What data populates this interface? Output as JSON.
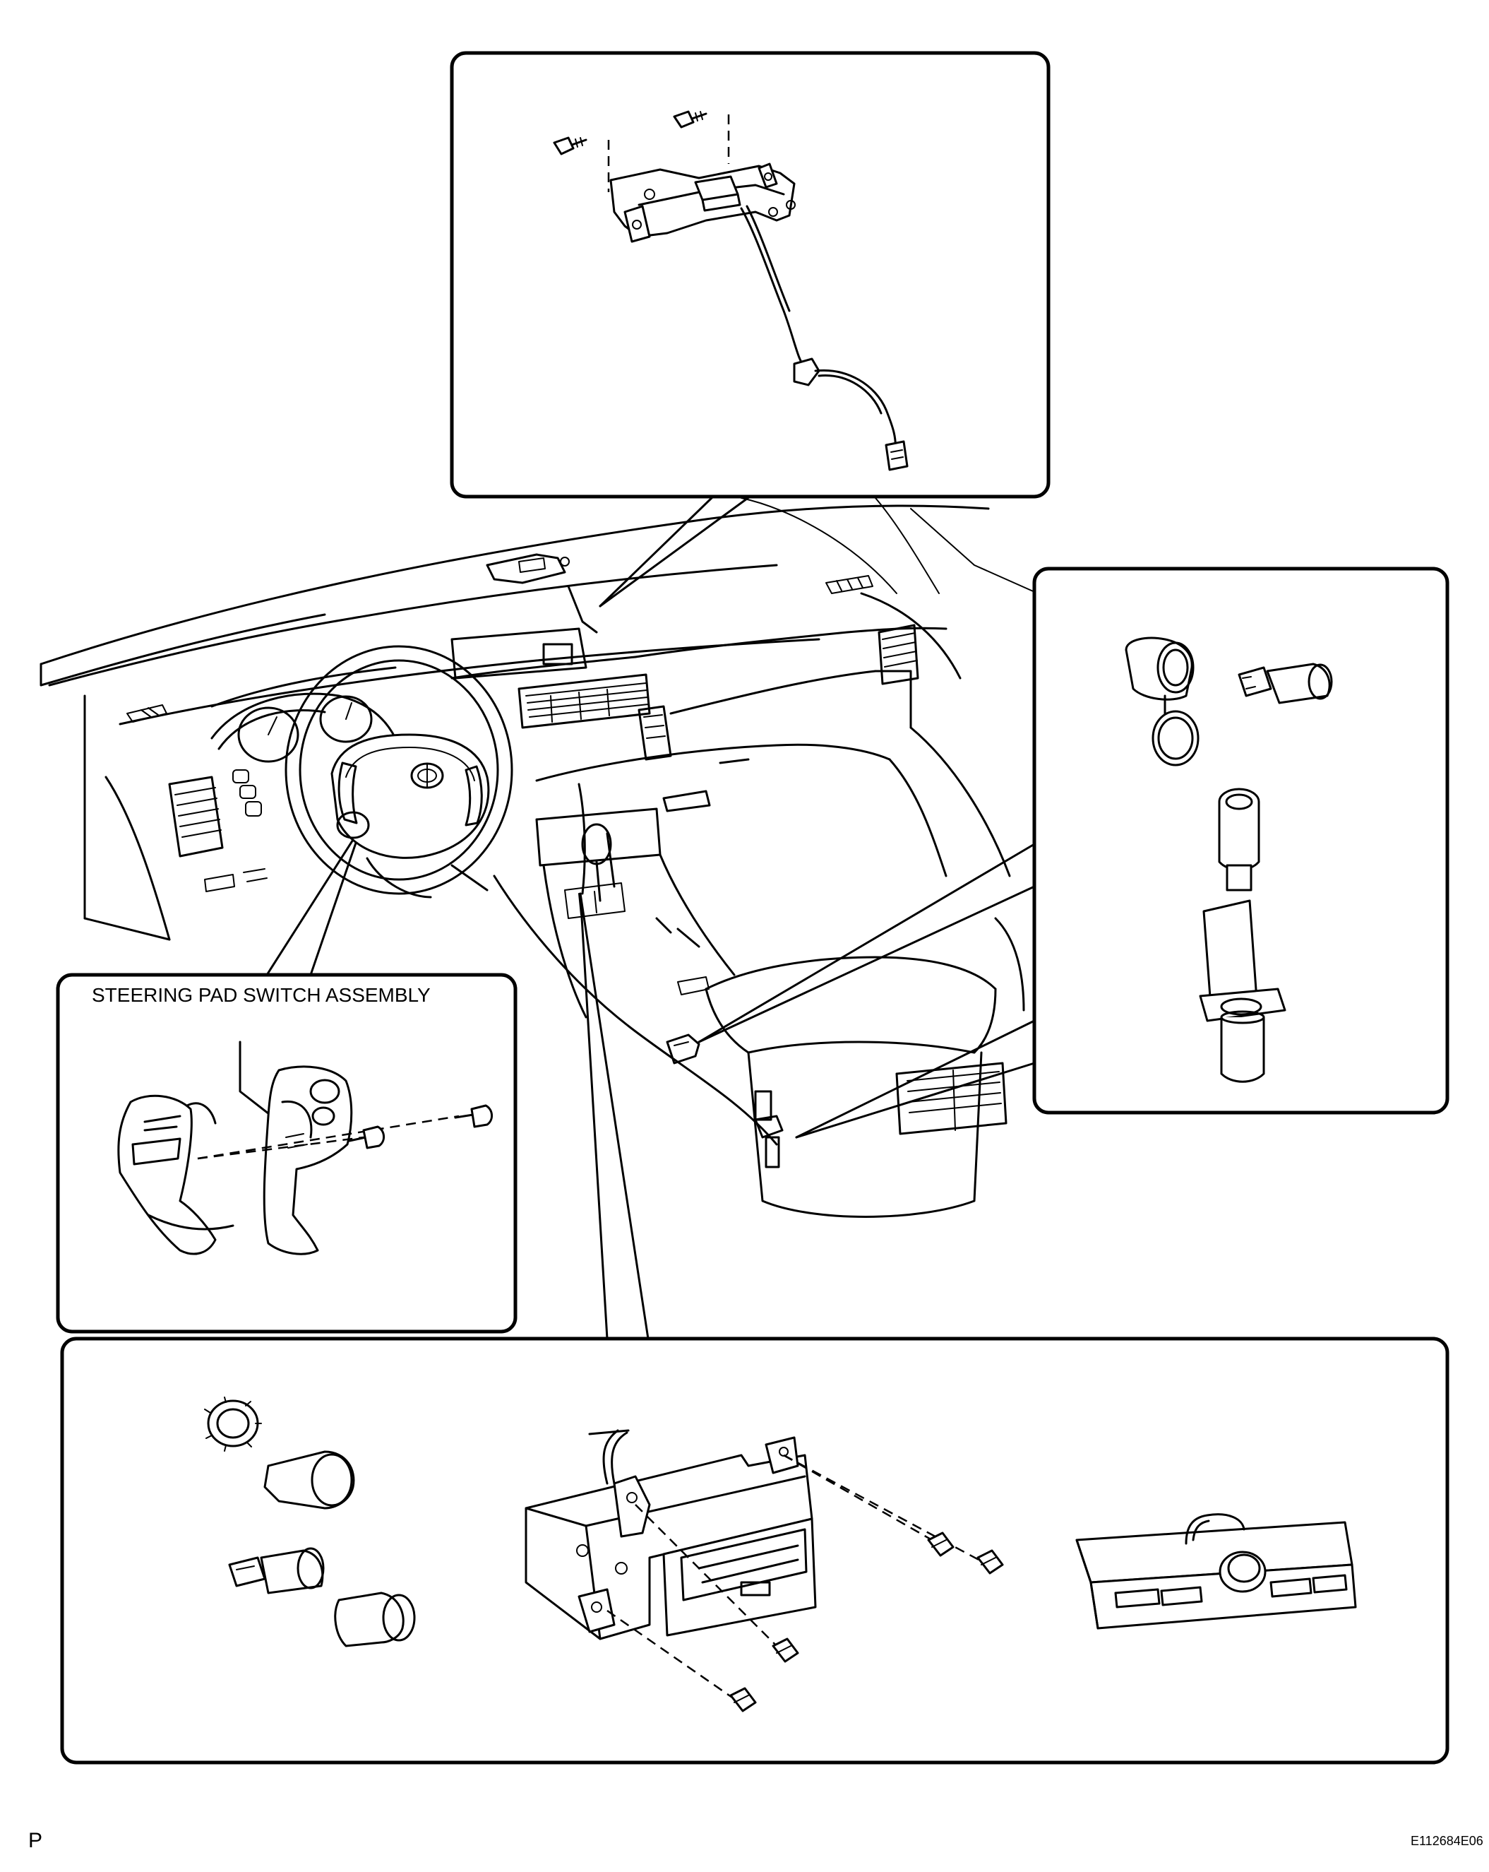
{
  "diagram": {
    "labels": {
      "steering_pad_switch": "STEERING PAD SWITCH ASSEMBLY",
      "page_letter": "P",
      "figure_code": "E112684E06"
    }
  }
}
